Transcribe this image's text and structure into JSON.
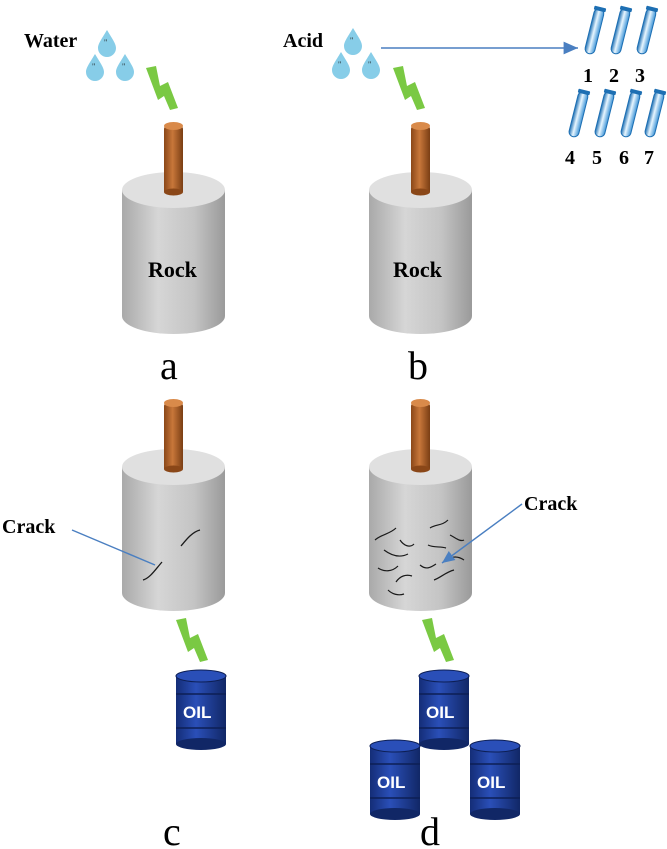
{
  "panels": {
    "a": {
      "letter": "a",
      "liquid_label": "Water",
      "rock_label": "Rock"
    },
    "b": {
      "letter": "b",
      "liquid_label": "Acid",
      "rock_label": "Rock"
    },
    "c": {
      "letter": "c",
      "crack_label": "Crack",
      "oil_label": "OIL"
    },
    "d": {
      "letter": "d",
      "crack_label": "Crack",
      "oil_labels": [
        "OIL",
        "OIL",
        "OIL"
      ]
    }
  },
  "sample_tubes": [
    "1",
    "2",
    "3",
    "4",
    "5",
    "6",
    "7"
  ],
  "colors": {
    "rock": "#c9c9c9",
    "rod": "#b8652a",
    "droplet": "#87cde8",
    "arrow": "#7ac943",
    "barrel": "#1f3f9c",
    "pointer_line": "#4a7fc1",
    "tube": "#5aa9e0"
  }
}
